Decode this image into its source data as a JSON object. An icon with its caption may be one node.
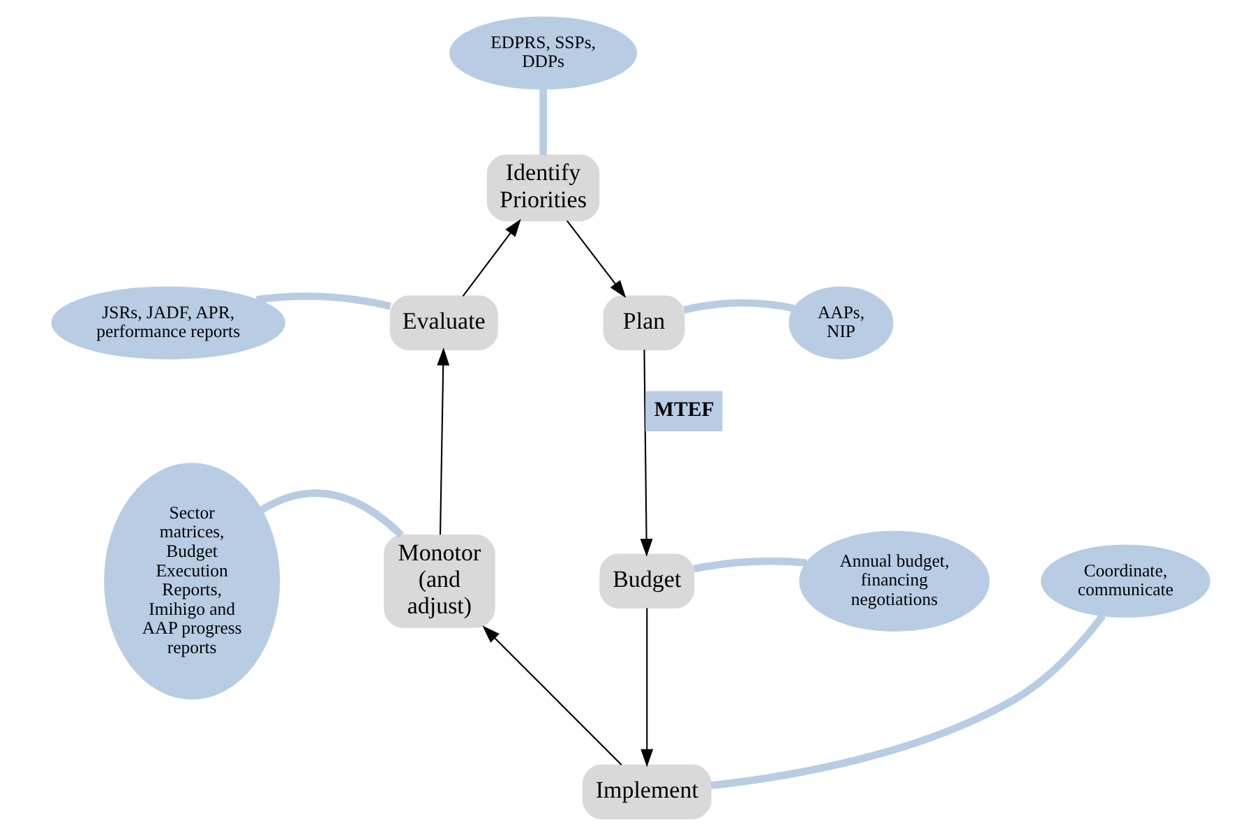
{
  "diagram": {
    "nodes": [
      {
        "text": [
          "Identify Priorities"
        ]
      },
      {
        "text": [
          "Plan"
        ]
      },
      {
        "text": [
          "Budget"
        ]
      },
      {
        "text": [
          "Implement"
        ]
      },
      {
        "text": [
          "Monotor (and adjust)"
        ]
      },
      {
        "text": [
          "Evaluate"
        ]
      },
      {
        "text": [
          "EDPRS, SSPs, DDPs"
        ]
      },
      {
        "text": [
          "AAPs, NIP"
        ]
      },
      {
        "text": [
          "Annual budget, financing negotiations"
        ]
      },
      {
        "text": [
          "Coordinate, communicate"
        ]
      },
      {
        "text": [
          "Sector matrices, Budget Execution Reports, Imihigo and AAP progress reports"
        ]
      },
      {
        "text": [
          "JSRs, JADF, APR, performance reports"
        ]
      }
    ],
    "edges": [
      {
        "from": 5,
        "to": 0,
        "arrow": "to"
      },
      {
        "from": 0,
        "to": 1,
        "arrow": "to"
      },
      {
        "from": 1,
        "to": 2,
        "arrow": "to",
        "label": "MTEF"
      },
      {
        "from": 2,
        "to": 3,
        "arrow": "to"
      },
      {
        "from": 3,
        "to": 4,
        "arrow": "to"
      },
      {
        "from": 4,
        "to": 5,
        "arrow": "to"
      },
      {
        "from": 6,
        "to": 0,
        "arrow": "none",
        "style": "thick",
        "color": "#b8cce4"
      },
      {
        "from": 7,
        "to": 1,
        "arrow": "none",
        "style": "thick",
        "color": "#b8cce4"
      },
      {
        "from": 8,
        "to": 2,
        "arrow": "none",
        "style": "thick",
        "color": "#b8cce4"
      },
      {
        "from": 9,
        "to": 3,
        "arrow": "none",
        "style": "thick",
        "color": "#b8cce4"
      },
      {
        "from": 10,
        "to": 4,
        "arrow": "none",
        "style": "thick",
        "color": "#b8cce4"
      },
      {
        "from": 11,
        "to": 5,
        "arrow": "none",
        "style": "thick",
        "color": "#b8cce4"
      }
    ]
  }
}
